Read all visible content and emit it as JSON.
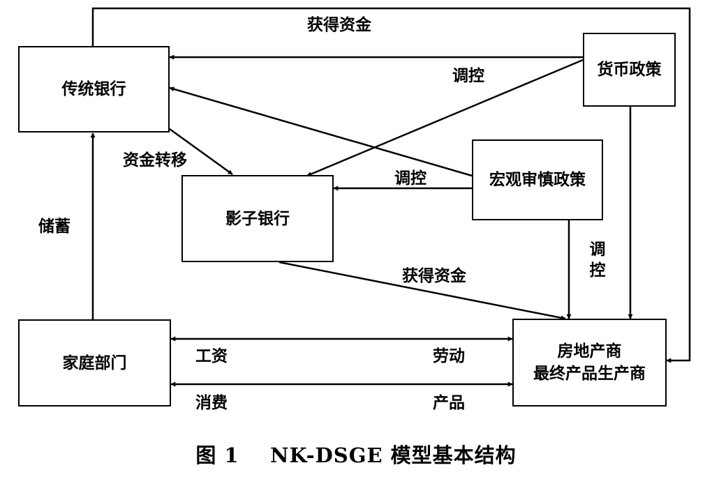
{
  "nodes": {
    "traditional_bank": "传统银行",
    "monetary_policy": "货币政策",
    "macroprudential_policy": "宏观审慎政策",
    "shadow_bank": "影子银行",
    "household": "家庭部门",
    "firm_line1": "房地产商",
    "firm_line2": "最终产品生产商"
  },
  "labels": {
    "top_get_funds": "获得资金",
    "regulate_monetary": "调控",
    "fund_transfer": "资金转移",
    "regulate_macro": "调控",
    "savings": "储蓄",
    "regulate_vertical": "调控",
    "get_funds_shadow": "获得资金",
    "wage": "工资",
    "labor": "劳动",
    "consumption": "消费",
    "product": "产品"
  },
  "caption": "图 1    NK-DSGE 模型基本结构"
}
